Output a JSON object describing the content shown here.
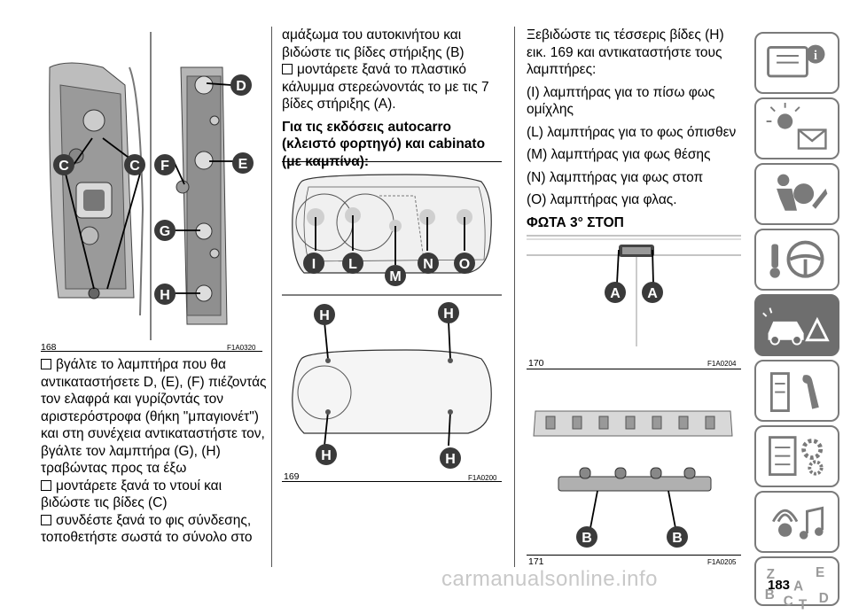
{
  "figures": {
    "f168": {
      "num": "168",
      "code": "F1A0320",
      "labels": [
        "D",
        "C",
        "C",
        "F",
        "E",
        "G",
        "H"
      ]
    },
    "f169": {
      "num": "169",
      "code": "F1A0200",
      "labels_top": [
        "I",
        "L",
        "M",
        "N",
        "O"
      ],
      "labels_bottom": [
        "H",
        "H",
        "H",
        "H"
      ]
    },
    "f170": {
      "num": "170",
      "code": "F1A0204",
      "labels": [
        "A",
        "A"
      ]
    },
    "f171": {
      "num": "171",
      "code": "F1A0205",
      "labels": [
        "B",
        "B"
      ]
    }
  },
  "col1": {
    "b1": "βγάλτε το λαμπτήρα που θα αντικαταστήσετε D, (E), (F) πιέζοντάς τον ελαφρά και γυρίζοντάς τον αριστερόστροφα (θήκη \"μπαγιονέτ\") και στη συνέχεια αντικαταστήστε τον, βγάλτε τον λαμπτήρα (G), (H) τραβώντας προς τα έξω",
    "b2": "μοντάρετε ξανά το ντουί και βιδώστε τις βίδες (C)",
    "b3": "συνδέστε ξανά το φις σύνδεσης, τοποθετήστε σωστά το σύνολο στο"
  },
  "col2": {
    "cont": "αμάξωμα του αυτοκινήτου και βιδώστε τις βίδες στήριξης (B)",
    "b4": "μοντάρετε ξανά το πλαστικό κάλυμμα στερεώνοντάς το με τις 7 βίδες στήριξης (A).",
    "heading": "Για τις εκδόσεις autocarro (κλειστό φορτηγό) και cabinato (με καμπίνα):"
  },
  "col3": {
    "p1": "Ξεβιδώστε τις τέσσερις βίδες (H) εικ. 169 και αντικαταστήστε τους λαμπτήρες:",
    "p2": "(I) λαμπτήρας για το πίσω φως ομίχλης",
    "p3": "(L) λαμπτήρας για το φως όπισθεν",
    "p4": "(M) λαμπτήρας για φως θέσης",
    "p5": "(N) λαμπτήρας για φως στοπ",
    "p6": "(O) λαμπτήρας για φλας.",
    "heading": "ΦΩΤΑ 3° ΣΤΟΠ"
  },
  "page_number": "183",
  "watermark": "carmanualsonline.info",
  "tabs": [
    "info-icon",
    "warning-lights-icon",
    "airbag-icon",
    "steering-wheel-key-icon",
    "breakdown-icon",
    "maintenance-icon",
    "technical-data-icon",
    "multimedia-icon",
    "index-icon"
  ],
  "colors": {
    "tab_border": "#7a7a7a",
    "tab_active": "#6e6e6e",
    "label_circle": "#3a3a3a"
  }
}
